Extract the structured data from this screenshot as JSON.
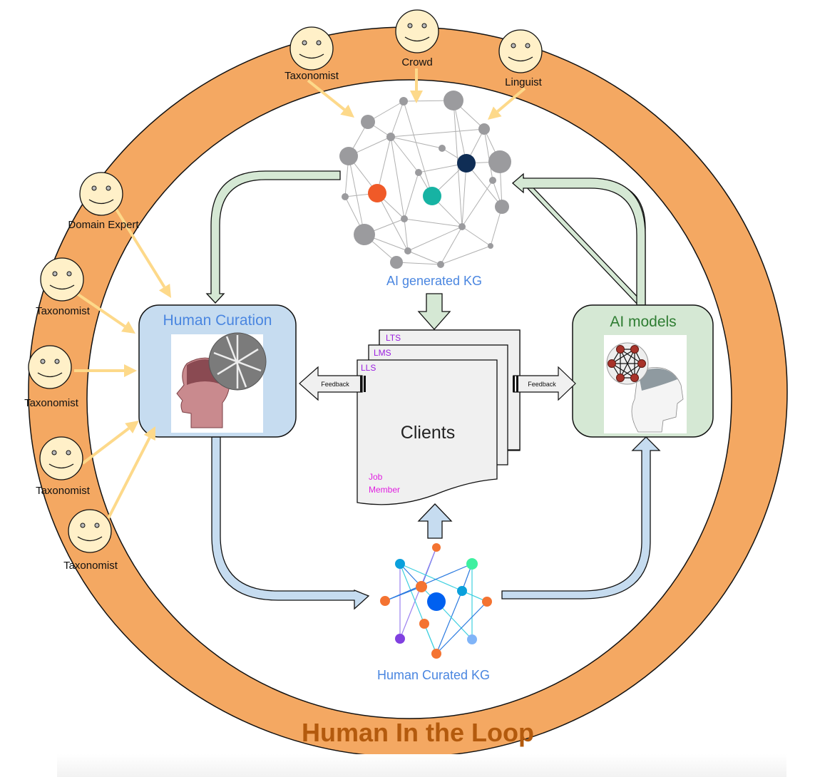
{
  "title": "Human In the Loop",
  "colors": {
    "ring_fill": "#f4a862",
    "title_color": "#b35a0d",
    "face_fill": "#fff0c8",
    "human_arrow": "#fdd98a",
    "green_box": "#d5e8d4",
    "green_text": "#2e7d32",
    "blue_box": "#c6dcf0",
    "blue_text": "#4a86e0",
    "doc_fill": "#f0f0f0",
    "doc_label": "#9b1ee0",
    "doc_tag": "#e020e0",
    "node_gray": "#9b9b9e",
    "node_orange": "#f05a28",
    "node_teal": "#17b3a3",
    "node_navy": "#0f2d55"
  },
  "humans": [
    {
      "id": "taxonomist-top",
      "label": "Taxonomist"
    },
    {
      "id": "crowd",
      "label": "Crowd"
    },
    {
      "id": "linguist",
      "label": "Linguist"
    },
    {
      "id": "domain-expert",
      "label": "Domain Expert"
    },
    {
      "id": "taxonomist-left-1",
      "label": "Taxonomist"
    },
    {
      "id": "taxonomist-left-2",
      "label": "Taxonomist"
    },
    {
      "id": "taxonomist-left-3",
      "label": "Taxonomist"
    },
    {
      "id": "taxonomist-left-4",
      "label": "Taxonomist"
    }
  ],
  "ai_kg": {
    "label": "AI generated KG"
  },
  "human_kg": {
    "label": "Human Curated KG"
  },
  "human_curation": {
    "title": "Human Curation",
    "image": "human-brain-illustration"
  },
  "ai_models": {
    "title": "AI models",
    "image": "neural-network-head-illustration"
  },
  "clients": {
    "title": "Clients",
    "layers": [
      "LTS",
      "LMS",
      "LLS"
    ],
    "tags": [
      "Job",
      "Member"
    ]
  },
  "feedback_left": {
    "label": "Feedback"
  },
  "feedback_right": {
    "label": "Feedback"
  }
}
